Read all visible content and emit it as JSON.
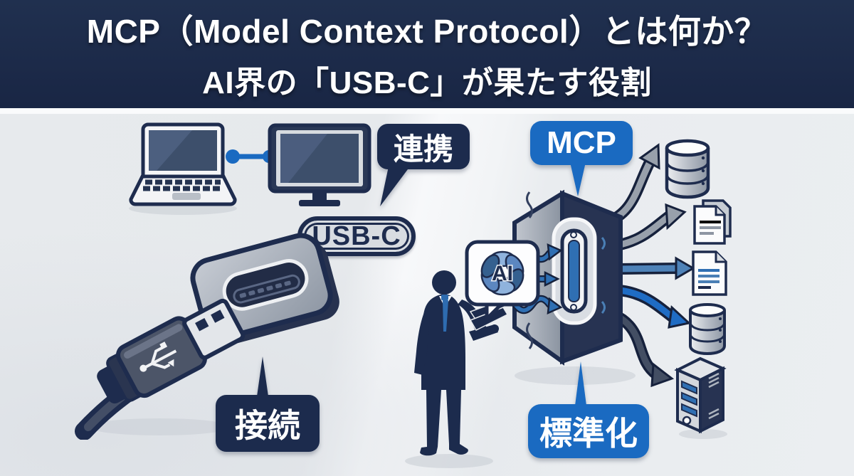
{
  "header": {
    "title_line1": "MCP（Model Context Protocol）とは何か？",
    "title_line2": "AI界の「USB-C」が果たす役割"
  },
  "labels": {
    "cooperation": "連携",
    "usb_c": "USB-C",
    "connection": "接続",
    "mcp": "MCP",
    "ai": "AI",
    "standardization": "標準化"
  },
  "icons": [
    "laptop-icon",
    "link-connector-icon",
    "monitor-icon",
    "usb-c-port-icon",
    "usb-a-plug-icon",
    "person-silhouette-icon",
    "ai-chat-bubble-icon",
    "mcp-hub-icon",
    "database-icon-top",
    "documents-icon",
    "document-icon",
    "database-icon-bottom",
    "server-icon",
    "data-flow-arrows"
  ],
  "colors": {
    "header_bg": "#1c2a49",
    "navy": "#1e2c4e",
    "bright_blue": "#1a6ac1",
    "steel_blue": "#4a7fb5",
    "background": "#e8ebee",
    "label_pill_bg": "#d8dce1"
  }
}
